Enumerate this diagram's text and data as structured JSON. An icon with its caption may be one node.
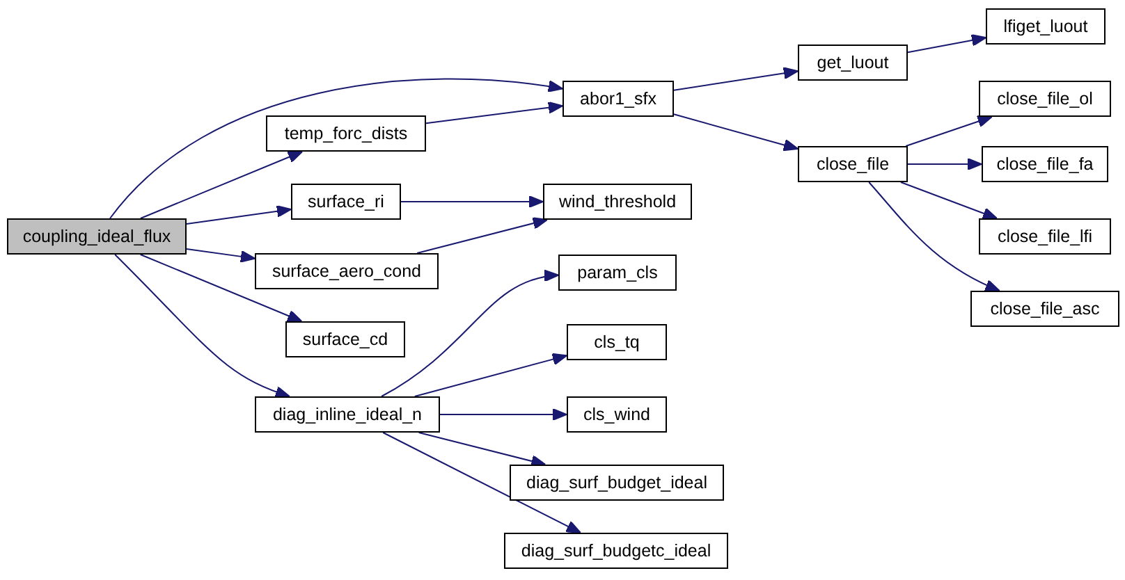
{
  "diagram": {
    "nodes": [
      {
        "text": [
          "coupling_ideal_flux"
        ]
      },
      {
        "text": [
          "temp_forc_dists"
        ]
      },
      {
        "text": [
          "abor1_sfx"
        ]
      },
      {
        "text": [
          "get_luout"
        ]
      },
      {
        "text": [
          "lfiget_luout"
        ]
      },
      {
        "text": [
          "close_file"
        ]
      },
      {
        "text": [
          "close_file_ol"
        ]
      },
      {
        "text": [
          "close_file_fa"
        ]
      },
      {
        "text": [
          "close_file_lfi"
        ]
      },
      {
        "text": [
          "close_file_asc"
        ]
      },
      {
        "text": [
          "surface_ri"
        ]
      },
      {
        "text": [
          "wind_threshold"
        ]
      },
      {
        "text": [
          "surface_aero_cond"
        ]
      },
      {
        "text": [
          "surface_cd"
        ]
      },
      {
        "text": [
          "diag_inline_ideal_n"
        ]
      },
      {
        "text": [
          "param_cls"
        ]
      },
      {
        "text": [
          "cls_tq"
        ]
      },
      {
        "text": [
          "cls_wind"
        ]
      },
      {
        "text": [
          "diag_surf_budget_ideal"
        ]
      },
      {
        "text": [
          "diag_surf_budgetc_ideal"
        ]
      }
    ],
    "edges": [
      {
        "from": 0,
        "to": 2,
        "arrow": "to"
      },
      {
        "from": 0,
        "to": 1,
        "arrow": "to"
      },
      {
        "from": 0,
        "to": 10,
        "arrow": "to"
      },
      {
        "from": 0,
        "to": 12,
        "arrow": "to"
      },
      {
        "from": 0,
        "to": 13,
        "arrow": "to"
      },
      {
        "from": 0,
        "to": 14,
        "arrow": "to"
      },
      {
        "from": 1,
        "to": 2,
        "arrow": "to"
      },
      {
        "from": 2,
        "to": 3,
        "arrow": "to"
      },
      {
        "from": 2,
        "to": 5,
        "arrow": "to"
      },
      {
        "from": 3,
        "to": 4,
        "arrow": "to"
      },
      {
        "from": 5,
        "to": 6,
        "arrow": "to"
      },
      {
        "from": 5,
        "to": 7,
        "arrow": "to"
      },
      {
        "from": 5,
        "to": 8,
        "arrow": "to"
      },
      {
        "from": 5,
        "to": 9,
        "arrow": "to"
      },
      {
        "from": 10,
        "to": 11,
        "arrow": "to"
      },
      {
        "from": 12,
        "to": 11,
        "arrow": "to"
      },
      {
        "from": 14,
        "to": 15,
        "arrow": "to"
      },
      {
        "from": 14,
        "to": 16,
        "arrow": "to"
      },
      {
        "from": 14,
        "to": 17,
        "arrow": "to"
      },
      {
        "from": 14,
        "to": 18,
        "arrow": "to"
      },
      {
        "from": 14,
        "to": 19,
        "arrow": "to"
      }
    ]
  }
}
